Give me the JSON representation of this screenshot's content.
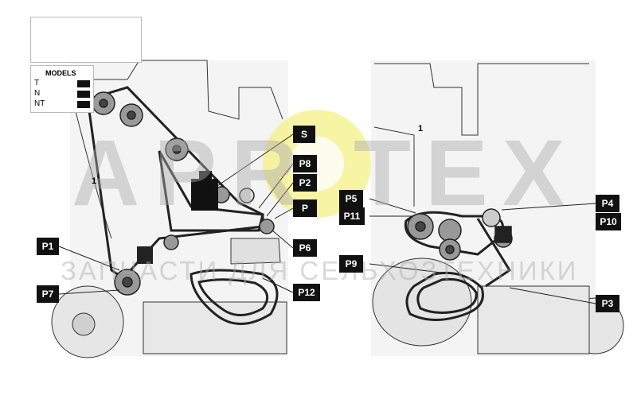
{
  "models": {
    "title": "MODELS",
    "rows": [
      {
        "label": "T"
      },
      {
        "label": "N"
      },
      {
        "label": "NT"
      }
    ]
  },
  "watermark": {
    "main": "APR  TEX",
    "sub": "ЗАПЧАСТИ ДЛЯ СЕЛЬХОЗТЕХНИКИ"
  },
  "labels": {
    "left_one": "1",
    "right_one": "1"
  },
  "tags": {
    "S": "S",
    "P8": "P8",
    "P2": "P2",
    "P": "P",
    "P6": "P6",
    "P12": "P12",
    "P1": "P1",
    "P7": "P7",
    "P5": "P5",
    "P11": "P11",
    "P9": "P9",
    "P4": "P4",
    "P10": "P10",
    "P3": "P3"
  },
  "colors": {
    "tag_bg": "#111111",
    "watermark_gear": "#f2ee7a",
    "panel": "#f4f4f4",
    "belt": "#222222"
  }
}
